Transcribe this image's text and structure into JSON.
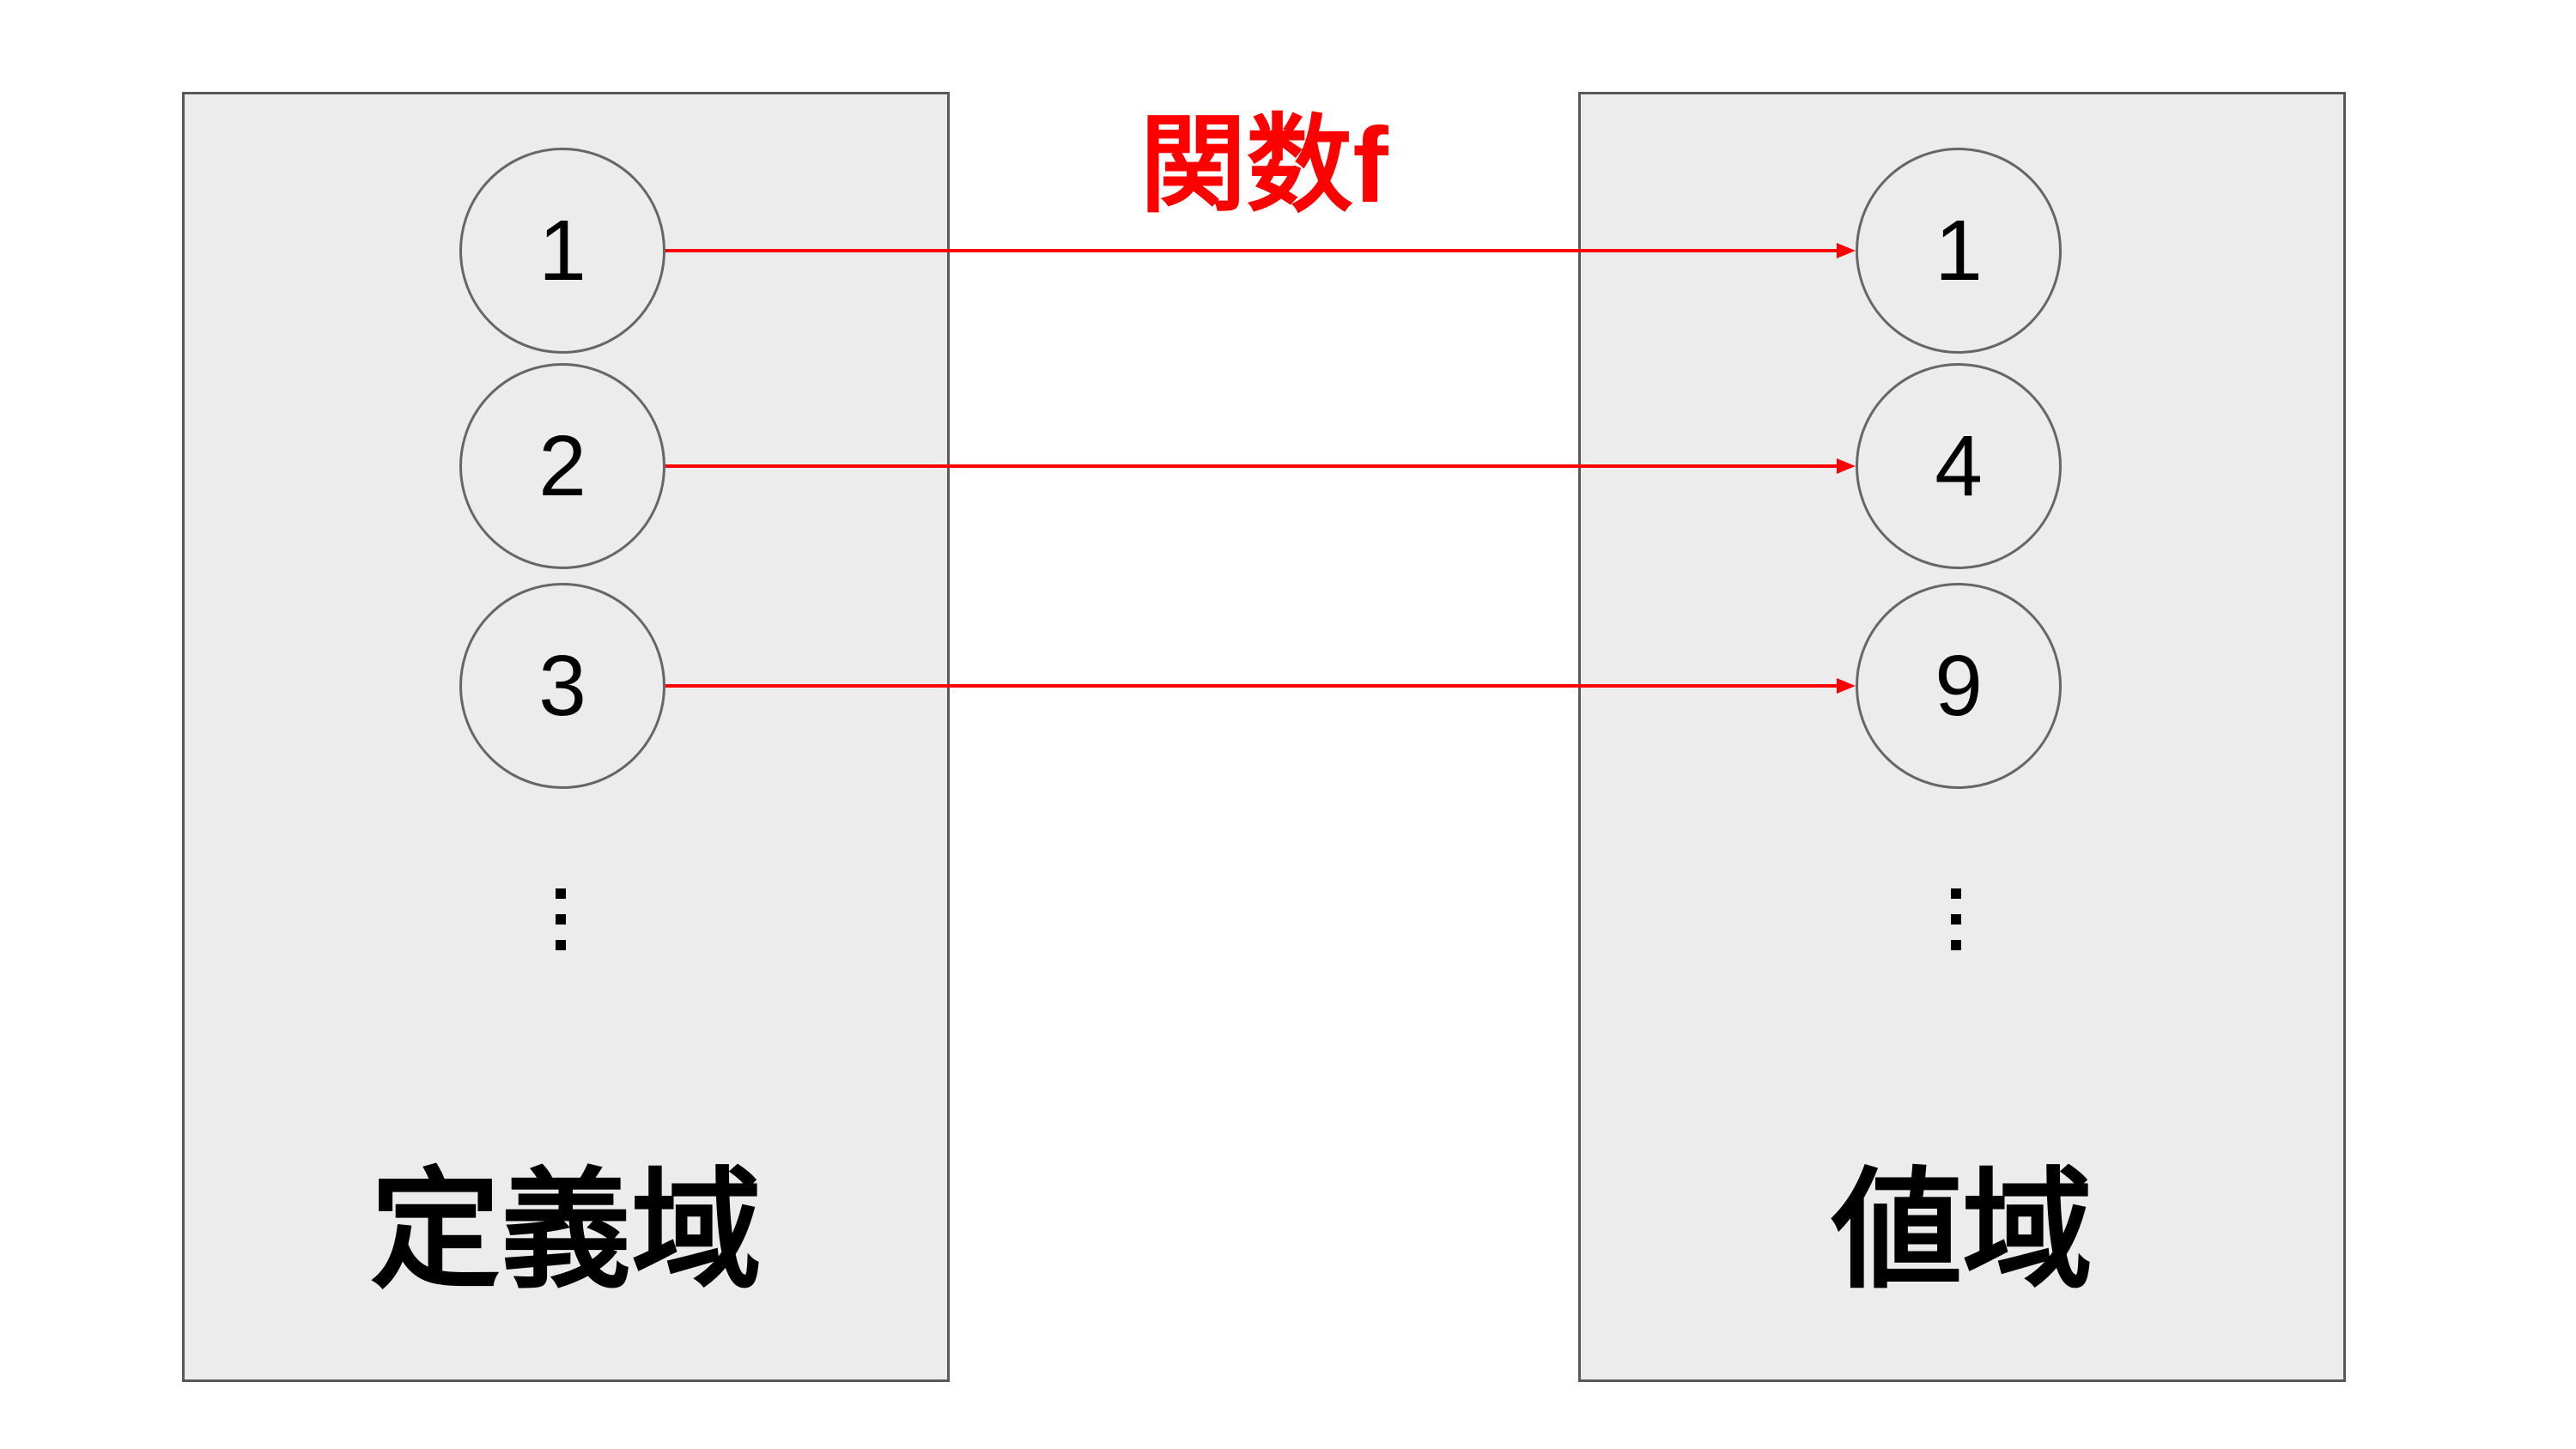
{
  "diagram": {
    "title": "関数f",
    "domain_panel": {
      "label": "定義域",
      "nodes": [
        "1",
        "2",
        "3"
      ]
    },
    "range_panel": {
      "label": "値域",
      "nodes": [
        "1",
        "4",
        "9"
      ]
    },
    "mappings": [
      {
        "from": "1",
        "to": "1"
      },
      {
        "from": "2",
        "to": "4"
      },
      {
        "from": "3",
        "to": "9"
      }
    ],
    "icons": {
      "vertical_ellipsis": "⋮",
      "arrowhead": "▶"
    },
    "colors": {
      "arrow": "#fe0000",
      "title_text": "#fe0000",
      "panel_fill": "#ececec",
      "panel_border": "#595959",
      "circle_border": "#666666",
      "node_text": "#000000",
      "label_text": "#000000",
      "background": "#ffffff"
    }
  }
}
